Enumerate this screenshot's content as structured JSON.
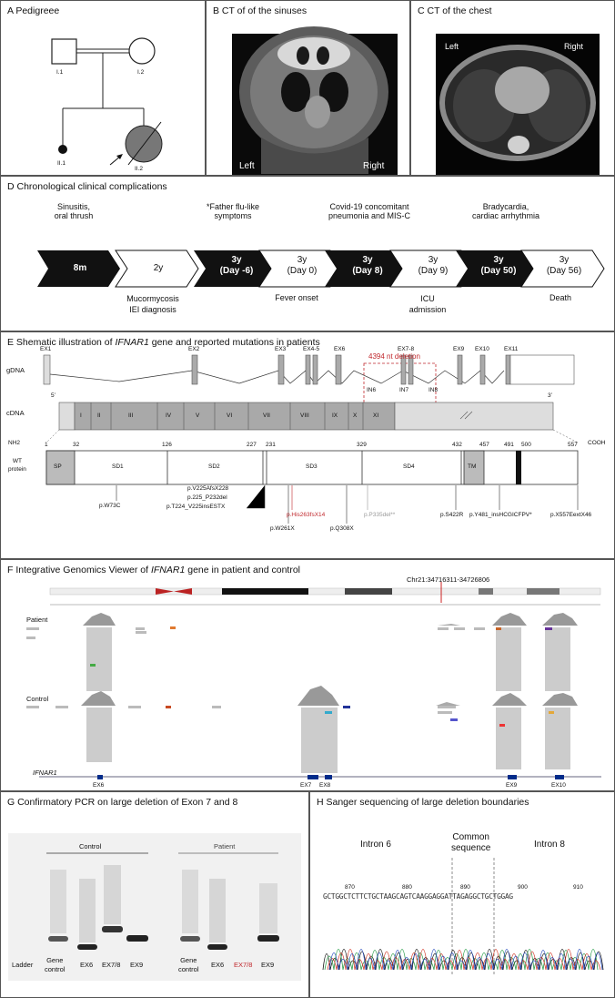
{
  "panelA": {
    "title": "A  Pedigreee",
    "labels": [
      "I.1",
      "I.2",
      "II.1",
      "II.2"
    ]
  },
  "panelB": {
    "title": "B  CT of  of the sinuses",
    "left": "Left",
    "right": "Right"
  },
  "panelC": {
    "title": "C  CT of the chest",
    "left": "Left",
    "right": "Right"
  },
  "panelD": {
    "title": "D  Chronological clinical complications",
    "above": [
      [
        "Sinusitis,",
        "oral thrush"
      ],
      [
        "*Father flu-like",
        "symptoms"
      ],
      [
        "Covid-19 concomitant",
        "pneumonia and MIS-C"
      ],
      [
        "Bradycardia,",
        "cardiac arrhythmia"
      ]
    ],
    "below": [
      [
        "Mucormycosis",
        "IEI diagnosis"
      ],
      [
        "Fever onset"
      ],
      [
        "ICU",
        "admission"
      ],
      [
        "Death"
      ]
    ],
    "arrows": [
      {
        "l1": "8m",
        "l2": "",
        "dark": true
      },
      {
        "l1": "2y",
        "l2": "",
        "dark": false
      },
      {
        "l1": "3y",
        "l2": "(Day -6)",
        "dark": true
      },
      {
        "l1": "3y",
        "l2": "(Day 0)",
        "dark": false
      },
      {
        "l1": "3y",
        "l2": "(Day 8)",
        "dark": true
      },
      {
        "l1": "3y",
        "l2": "(Day 9)",
        "dark": false
      },
      {
        "l1": "3y",
        "l2": "(Day 50)",
        "dark": true
      },
      {
        "l1": "3y",
        "l2": "(Day 56)",
        "dark": false
      }
    ]
  },
  "panelE": {
    "title_prefix": "E  Shematic illustration of ",
    "title_gene": "IFNAR1",
    "title_suffix": " gene and reported mutations in patients",
    "deletion_label": "4394 nt deletion",
    "gdna": "gDNA",
    "cdna": "cDNA",
    "five": "5’",
    "three": "3’",
    "exons": [
      "EX1",
      "EX2",
      "EX3",
      "EX4-5",
      "EX6",
      "EX7-8",
      "EX9",
      "EX10",
      "EX11"
    ],
    "introns": [
      "IN6",
      "IN7",
      "IN8"
    ],
    "cdna_segments": [
      "I",
      "II",
      "III",
      "IV",
      "V",
      "VI",
      "VII",
      "VIII",
      "IX",
      "X",
      "XI"
    ],
    "nh2": "NH2",
    "cooh": "COOH",
    "wt_protein": [
      "WT",
      "protein"
    ],
    "positions": [
      "1",
      "32",
      "126",
      "227",
      "231",
      "329",
      "432",
      "457",
      "491",
      "500",
      "557"
    ],
    "domains": [
      "SP",
      "SD1",
      "SD2",
      "SD3",
      "SD4",
      "TM"
    ],
    "mutations": [
      {
        "text": "p.W73C",
        "color": "#111"
      },
      {
        "text": "p.V225AfsX228",
        "color": "#111"
      },
      {
        "text": "p.225_P232del",
        "color": "#111"
      },
      {
        "text": "p.T224_V225insESTX",
        "color": "#111"
      },
      {
        "text": "p.His263fsX14",
        "color": "#c0282d"
      },
      {
        "text": "p.W261X",
        "color": "#111"
      },
      {
        "text": "p.Q308X",
        "color": "#111"
      },
      {
        "text": "p.P335del**",
        "color": "#9a9a9a"
      },
      {
        "text": "p.S422R",
        "color": "#111"
      },
      {
        "text": "p.Y481_insHCGICFPV*",
        "color": "#111"
      },
      {
        "text": "p.X557EextX46",
        "color": "#111"
      }
    ]
  },
  "panelF": {
    "title_prefix": "F  Integrative Genomics Viewer of ",
    "title_gene": "IFNAR1",
    "title_suffix": " gene in patient and control",
    "locus": "Chr21:34716311-34726806",
    "patient": "Patient",
    "control": "Control",
    "gene": "IFNAR1",
    "exon_labels": [
      "EX6",
      "EX7",
      "EX8",
      "EX9",
      "EX10"
    ]
  },
  "panelG": {
    "title": "G  Confirmatory PCR on large deletion of Exon 7 and 8",
    "control": "Control",
    "patient": "Patient",
    "ladder": "Ladder",
    "lanes_control": [
      [
        "Gene",
        "control"
      ],
      [
        "EX6"
      ],
      [
        "EX7/8"
      ],
      [
        "EX9"
      ]
    ],
    "lanes_patient": [
      [
        "Gene",
        "control"
      ],
      [
        "EX6"
      ],
      [
        "EX7/8"
      ],
      [
        "EX9"
      ]
    ]
  },
  "panelH": {
    "title": "H  Sanger sequencing of  large deletion boundaries",
    "intron6": "Intron 6",
    "common": [
      "Common",
      "sequence"
    ],
    "intron8": "Intron 8",
    "positions": [
      "870",
      "880",
      "890",
      "900",
      "910"
    ],
    "sequence": "GCTGGCTCTTCTGCTAAGCAGTCAAGGAGGATTAGAGGCTGCTGGAG"
  }
}
